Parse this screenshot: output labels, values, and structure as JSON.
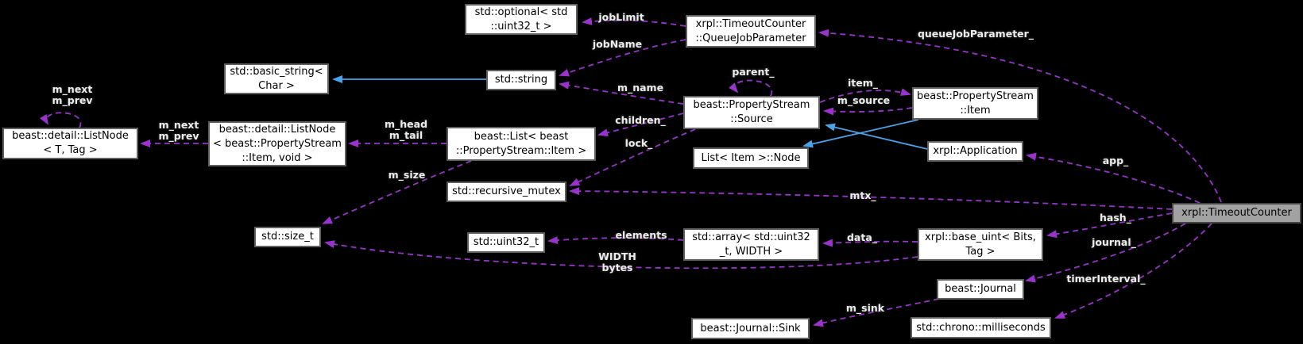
{
  "diagram": {
    "type": "collaboration-graph",
    "colors": {
      "background": "#000000",
      "usage_edge": "#9a32cd",
      "inheritance_edge": "#4aa2e8",
      "node_background": "#ffffff",
      "node_border": "#5f5f5f",
      "highlight_node_background": "#a2a2a2",
      "edge_label_color": "#ececec"
    },
    "nodes": {
      "optional": {
        "label": "std::optional< std\n::uint32_t >"
      },
      "queue_job_parameter": {
        "label": "xrpl::TimeoutCounter\n::QueueJobParameter"
      },
      "basic_string": {
        "label": "std::basic_string<\nChar >"
      },
      "string": {
        "label": "std::string"
      },
      "property_stream_source": {
        "label": "beast::PropertyStream\n::Source"
      },
      "property_stream_item": {
        "label": "beast::PropertyStream\n::Item"
      },
      "list_item_node": {
        "label": "List< Item >::Node"
      },
      "application": {
        "label": "xrpl::Application"
      },
      "list_node_generic": {
        "label": "beast::detail::ListNode\n< T, Tag >"
      },
      "list_node_item": {
        "label": "beast::detail::ListNode\n< beast::PropertyStream\n::Item, void >"
      },
      "beast_list": {
        "label": "beast::List< beast\n::PropertyStream::Item >"
      },
      "recursive_mutex": {
        "label": "std::recursive_mutex"
      },
      "size_t": {
        "label": "std::size_t"
      },
      "uint32_t": {
        "label": "std::uint32_t"
      },
      "array": {
        "label": "std::array< std::uint32\n_t, WIDTH >"
      },
      "base_uint": {
        "label": "xrpl::base_uint< Bits,\nTag >"
      },
      "journal": {
        "label": "beast::Journal"
      },
      "journal_sink": {
        "label": "beast::Journal::Sink"
      },
      "milliseconds": {
        "label": "std::chrono::milliseconds"
      },
      "timeout_counter": {
        "label": "xrpl::TimeoutCounter"
      }
    },
    "edge_labels": {
      "jobLimit": "jobLimit",
      "jobName": "jobName",
      "m_name": "m_name",
      "queueJobParameter": "queueJobParameter_",
      "parent": "parent_",
      "item": "item_",
      "m_source": "m_source",
      "children": "children_",
      "lock": "lock_",
      "m_next_prev_self": "m_next\nm_prev",
      "m_next_prev": "m_next\nm_prev",
      "m_head_tail": "m_head\nm_tail",
      "m_size": "m_size",
      "mtx": "mtx_",
      "elements": "elements",
      "data": "data_",
      "width_bytes": "WIDTH\nbytes",
      "hash": "hash_",
      "journal": "journal_",
      "app": "app_",
      "timerInterval": "timerInterval_",
      "m_sink": "m_sink"
    }
  }
}
